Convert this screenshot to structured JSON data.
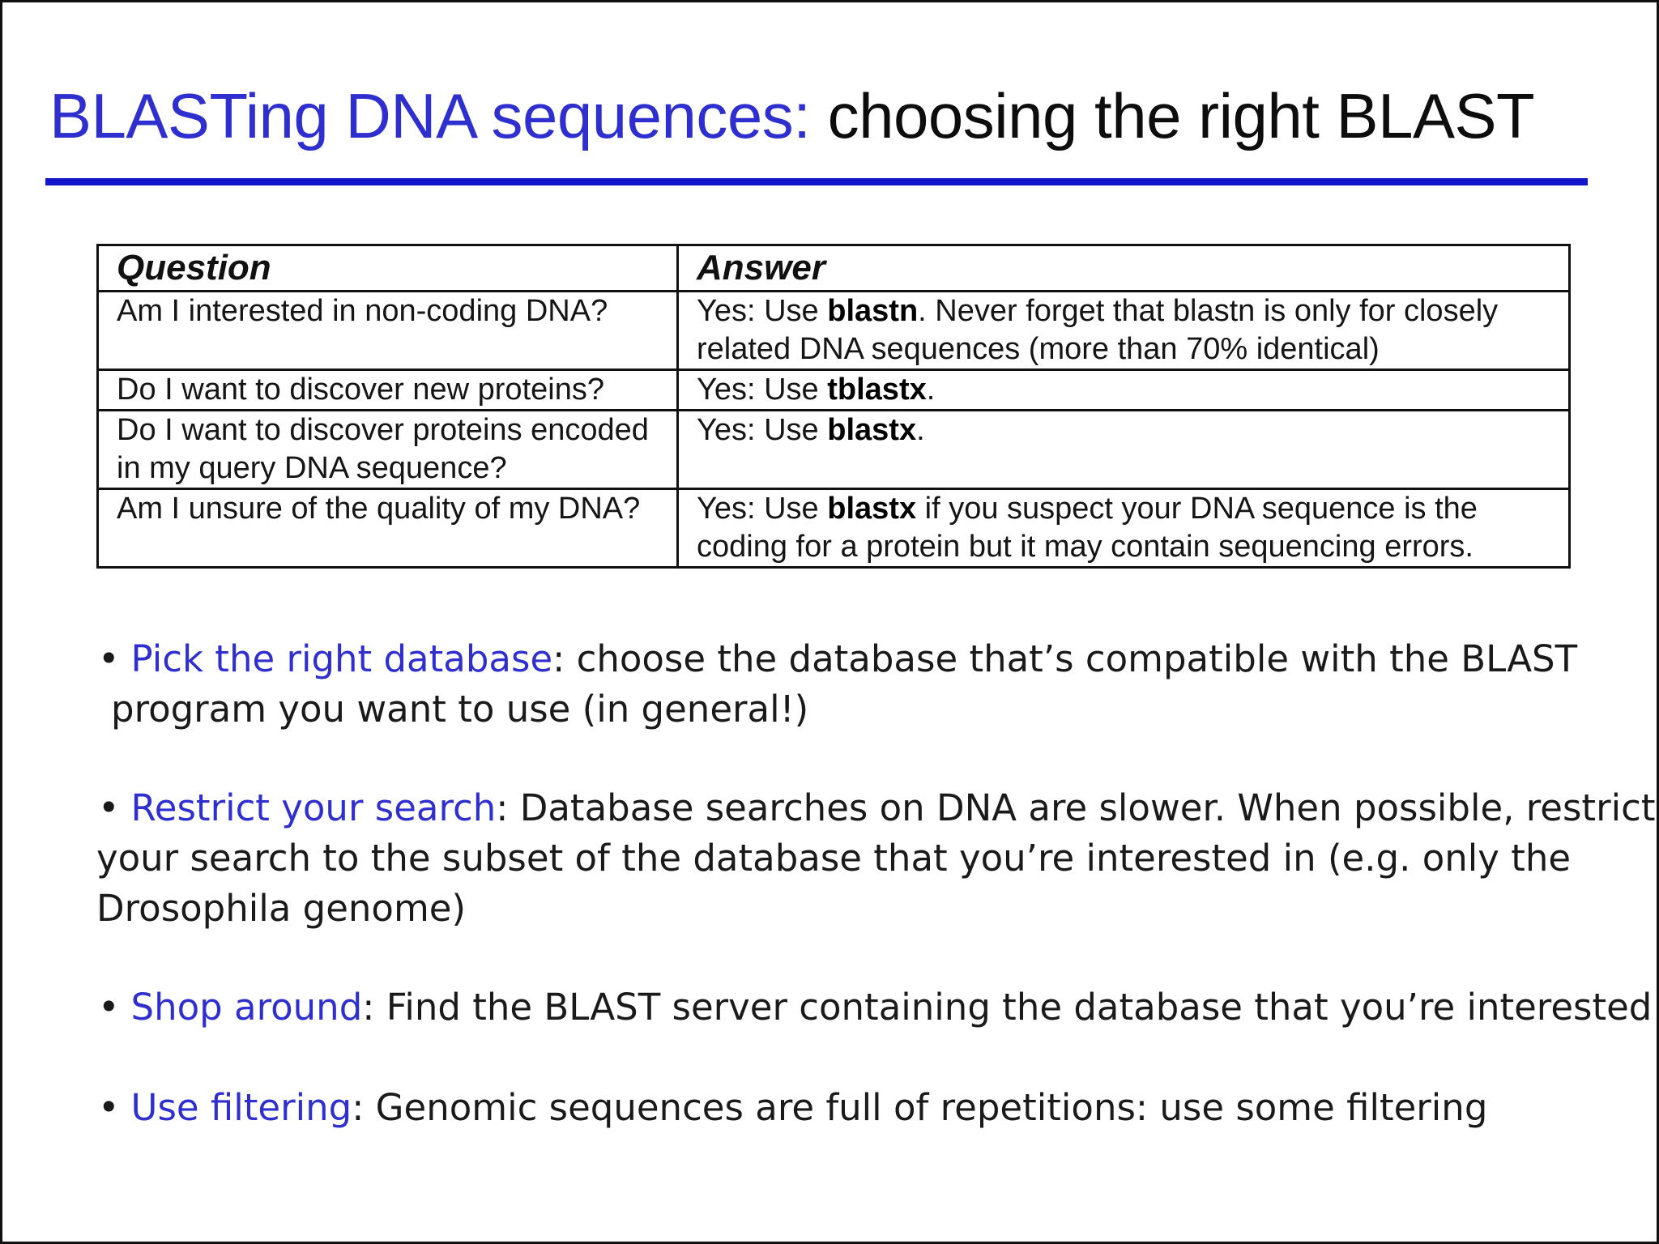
{
  "title": {
    "accent": "BLASTing DNA sequences:",
    "rest": " choosing the right BLAST"
  },
  "colors": {
    "accent": "#2f2fd0",
    "rule": "#1414c8",
    "text": "#111111"
  },
  "table": {
    "headers": [
      "Question",
      "Answer"
    ],
    "rows": [
      {
        "question": "Am I interested in non-coding DNA?",
        "answer_prefix": "Yes: Use ",
        "answer_bold": "blastn",
        "answer_suffix": ". Never forget that blastn is only for closely related DNA sequences (more than 70% identical)"
      },
      {
        "question": "Do I want to discover new proteins?",
        "answer_prefix": "Yes: Use ",
        "answer_bold": "tblastx",
        "answer_suffix": "."
      },
      {
        "question": "Do I want to discover proteins encoded in my query DNA sequence?",
        "answer_prefix": "Yes: Use ",
        "answer_bold": "blastx",
        "answer_suffix": "."
      },
      {
        "question": "Am I unsure of the quality of my DNA?",
        "answer_prefix": "Yes: Use ",
        "answer_bold": "blastx",
        "answer_suffix": " if you suspect your DNA sequence is the coding for a protein but it may contain sequencing errors."
      }
    ]
  },
  "bullets": [
    {
      "marker": "•",
      "term": "Pick the right database",
      "line1": ": choose the database that’s compatible with the BLAST",
      "line2": "program you want to use (in general!)",
      "line3": ""
    },
    {
      "marker": "•",
      "term": "Restrict your search",
      "line1": ": Database searches on DNA are slower. When possible, restrict",
      "line2": "your search to the subset of the database that you’re interested in (e.g. only the",
      "line3": "Drosophila genome)"
    },
    {
      "marker": "•",
      "term": "Shop around",
      "line1": ": Find the BLAST server containing the database that you’re interested in",
      "line2": "",
      "line3": ""
    },
    {
      "marker": "•",
      "term": "Use filtering",
      "line1": ": Genomic sequences are full of repetitions: use some filtering",
      "line2": "",
      "line3": ""
    }
  ]
}
